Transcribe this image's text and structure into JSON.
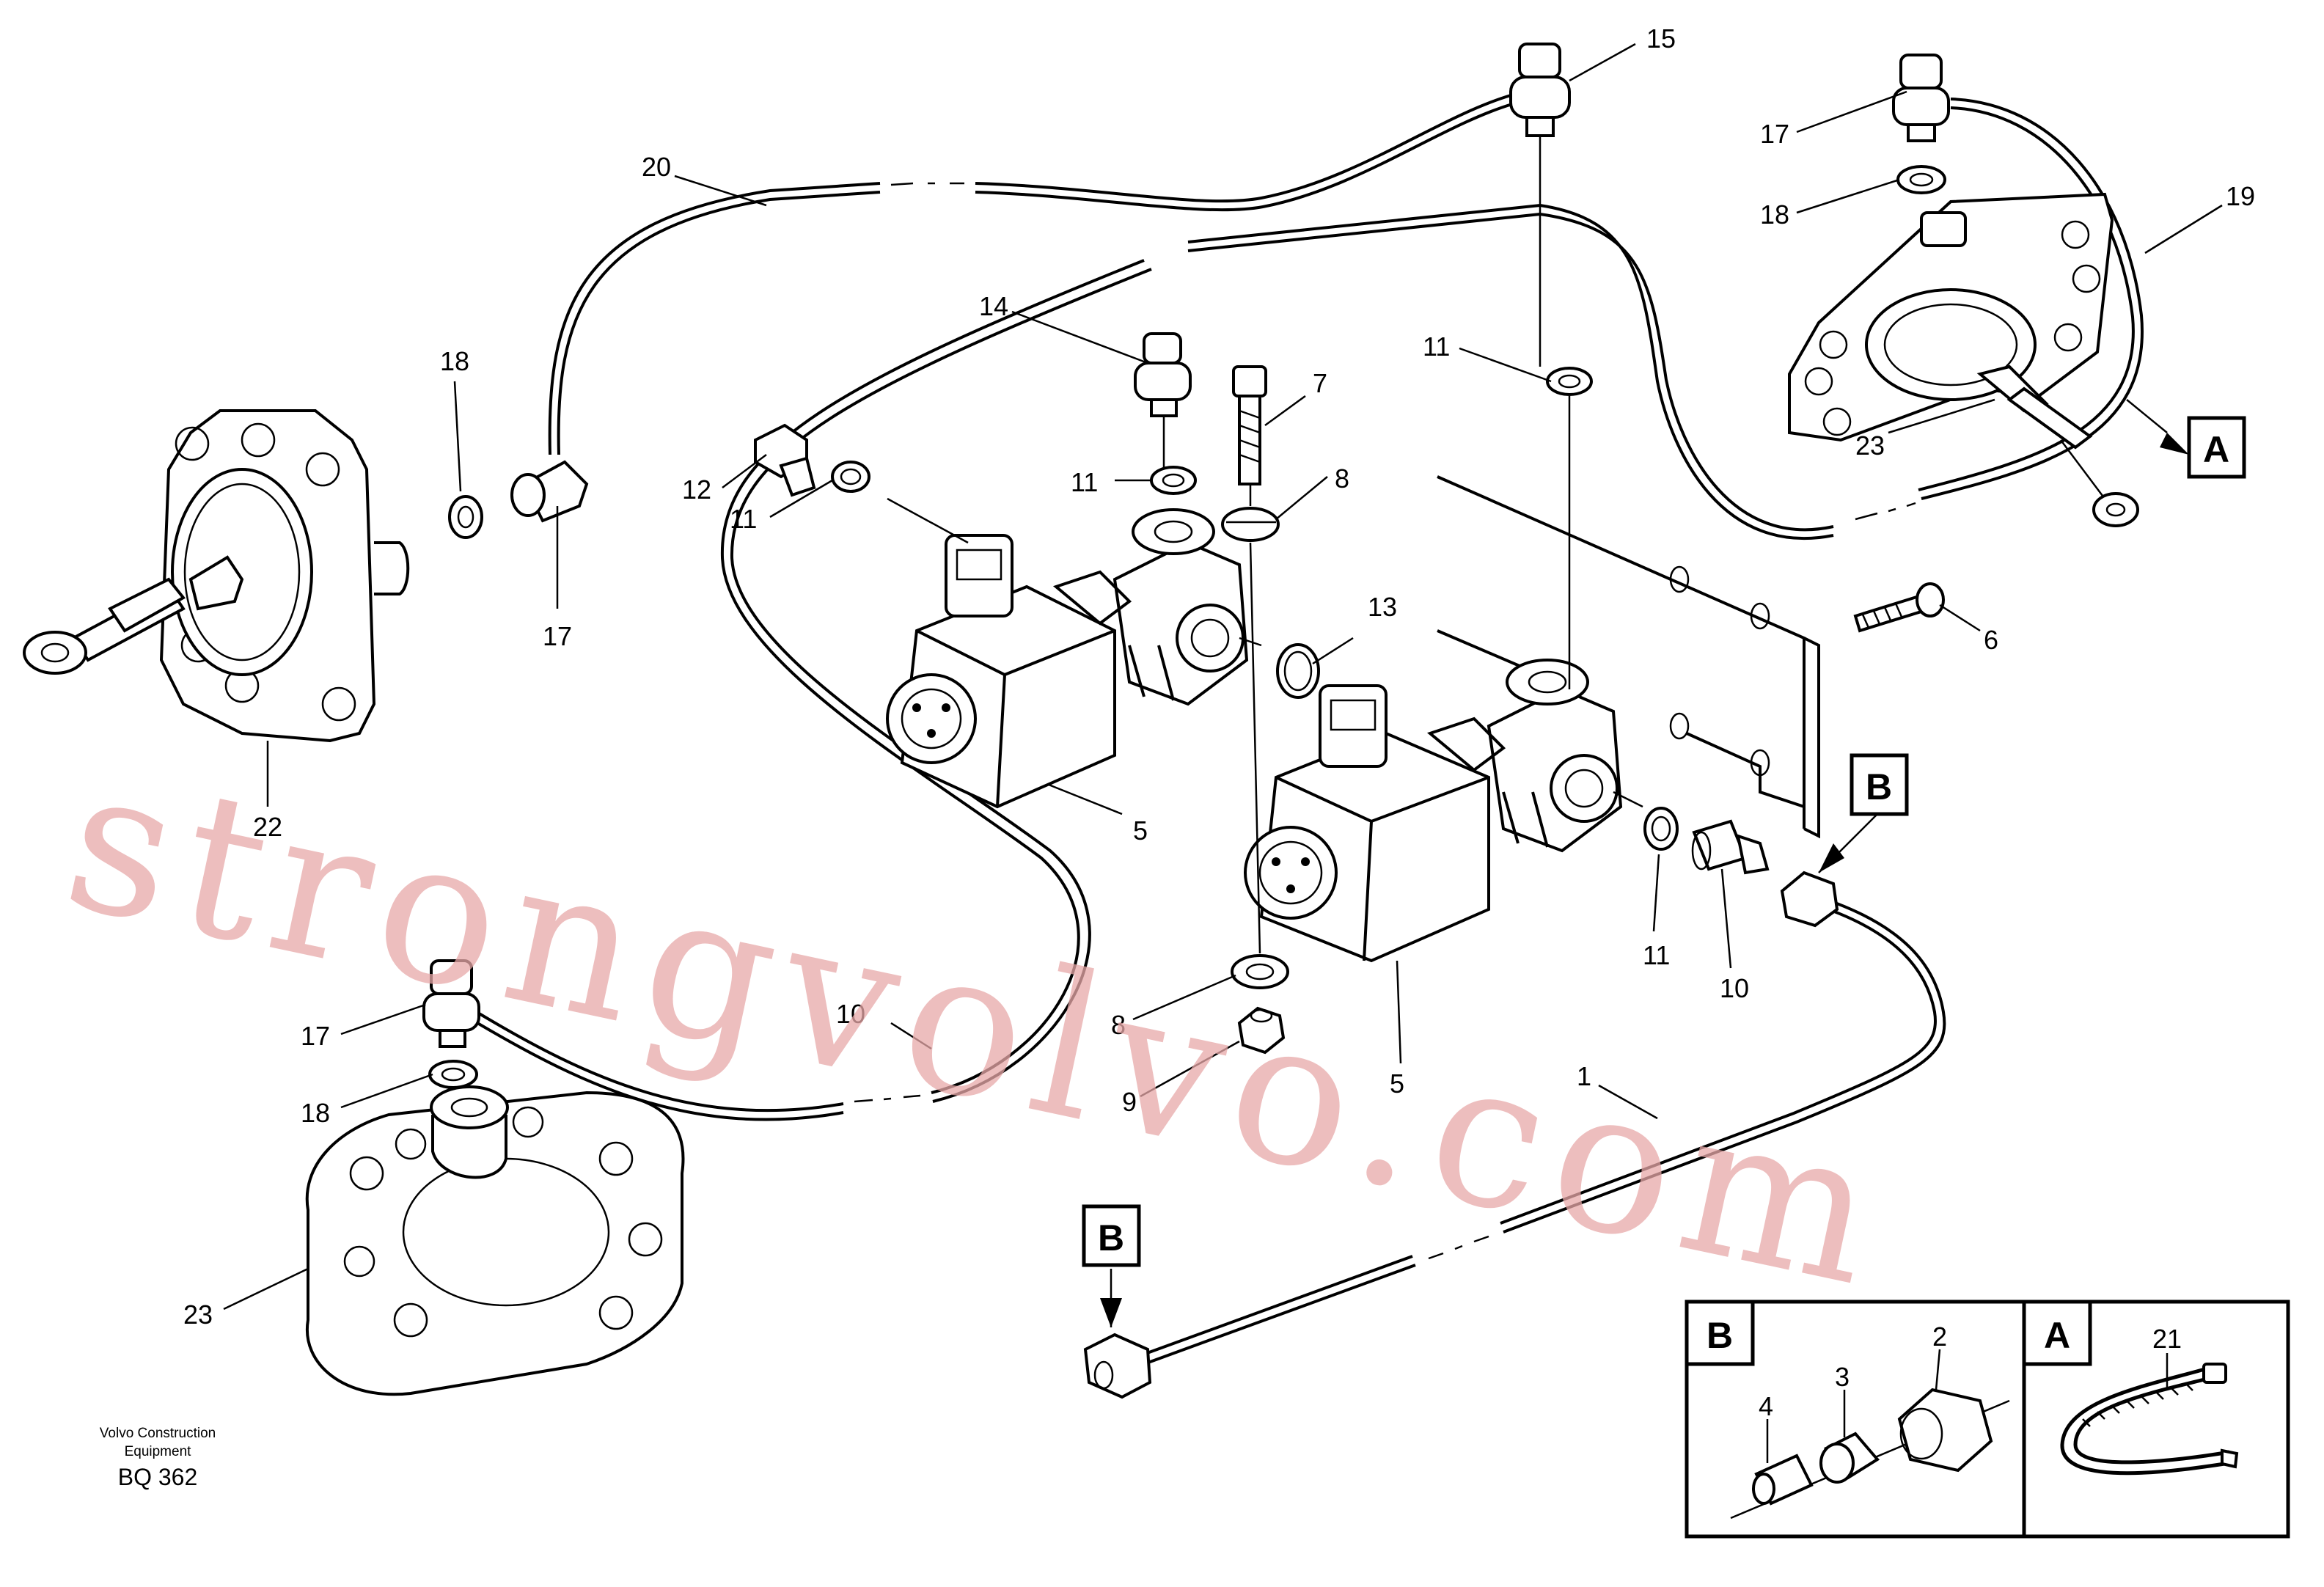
{
  "callouts": {
    "c1": "1",
    "c2": "2",
    "c3": "3",
    "c4": "4",
    "c5a": "5",
    "c5b": "5",
    "c6": "6",
    "c7": "7",
    "c8a": "8",
    "c8b": "8",
    "c9": "9",
    "c10a": "10",
    "c10b": "10",
    "c11a": "11",
    "c11b": "11",
    "c11c": "11",
    "c11d": "11",
    "c12": "12",
    "c13": "13",
    "c14": "14",
    "c15": "15",
    "c17a": "17",
    "c17b": "17",
    "c17c": "17",
    "c18a": "18",
    "c18b": "18",
    "c18c": "18",
    "c19": "19",
    "c20": "20",
    "c21": "21",
    "c22": "22",
    "c23a": "23",
    "c23b": "23"
  },
  "detail_labels": {
    "a_top": "A",
    "b_right": "B",
    "b_bottom": "B",
    "inset_b": "B",
    "inset_a": "A"
  },
  "watermark": "strongvolvo.com",
  "footer": {
    "company_line1": "Volvo Construction",
    "company_line2": "Equipment",
    "code": "BQ 362"
  }
}
